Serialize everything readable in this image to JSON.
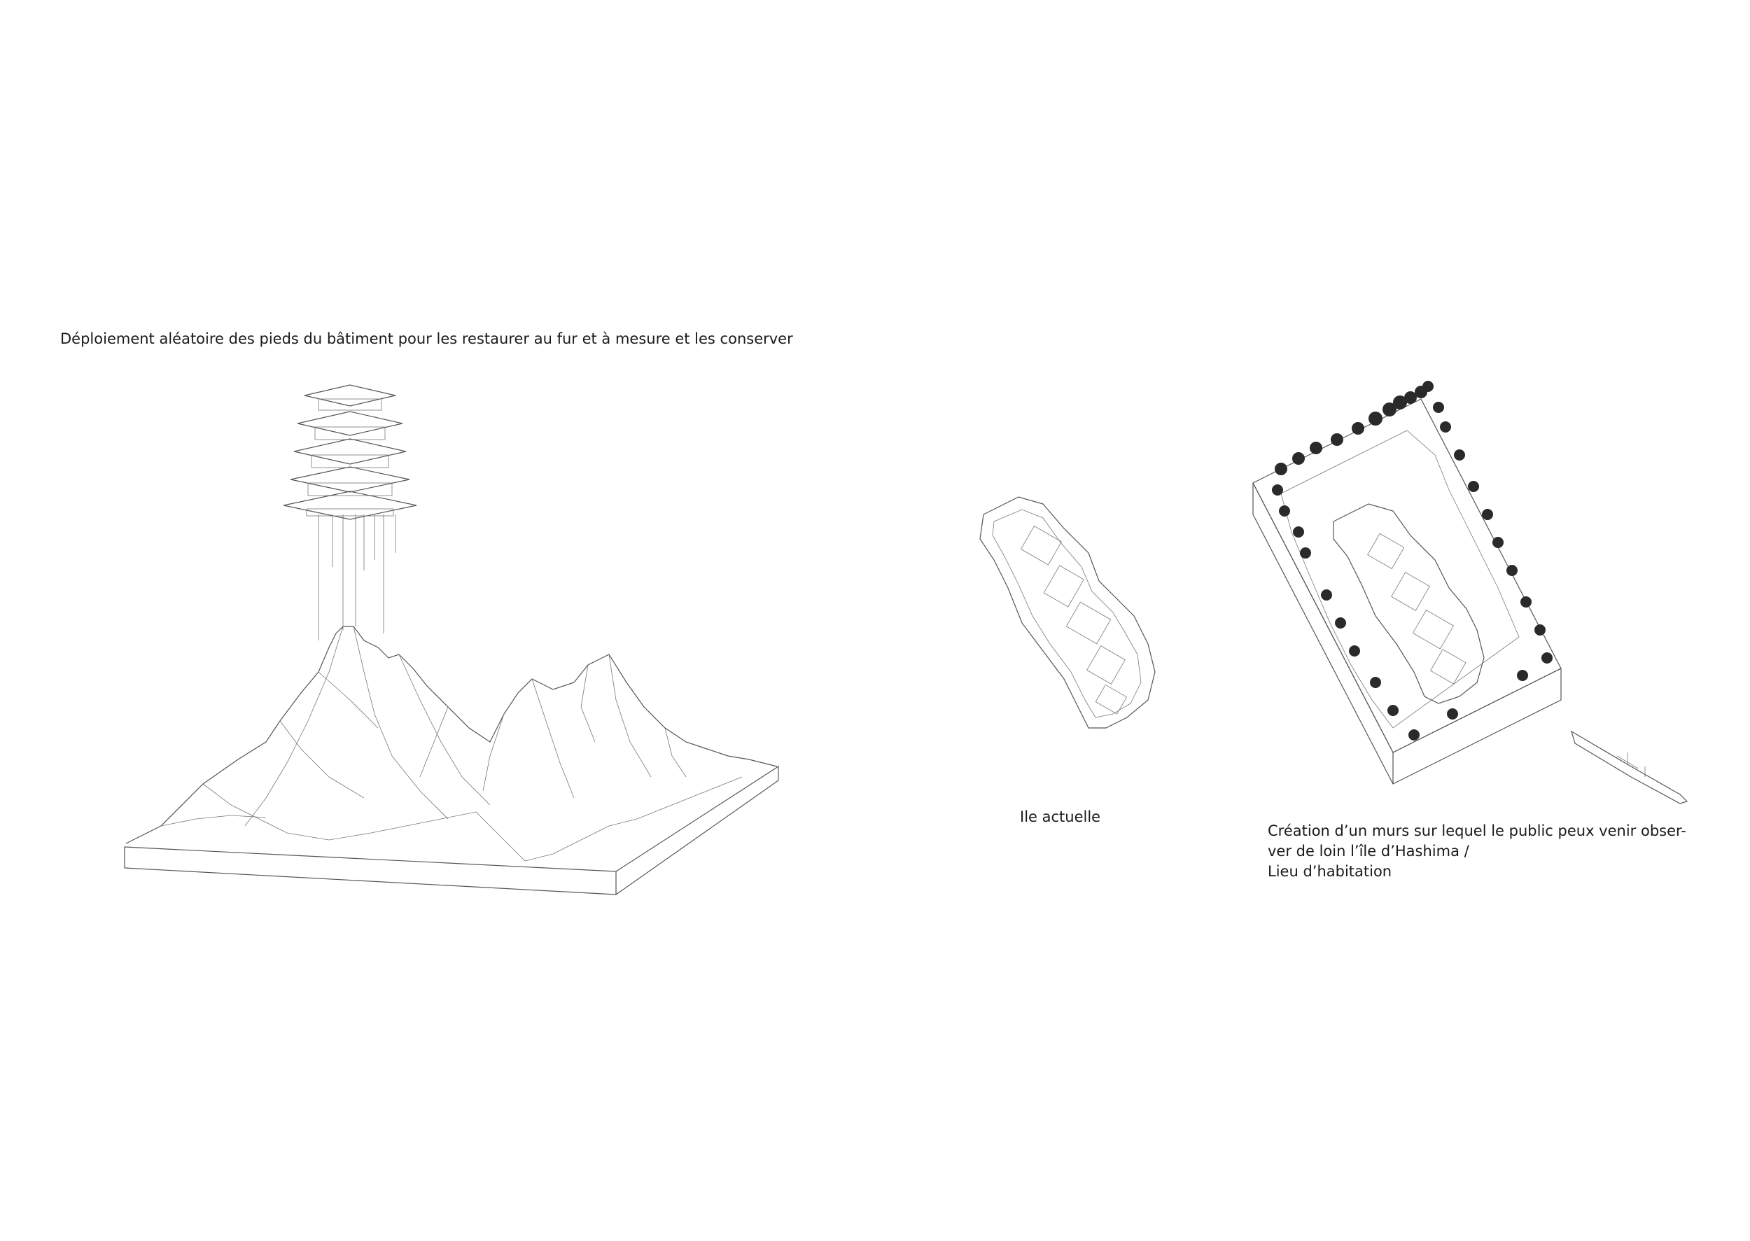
{
  "captions": {
    "main": "Déploiement aléatoire des pieds du bâtiment pour les restaurer au fur et à mesure et les conserver",
    "ile_actuelle": "Ile actuelle",
    "mur_line1": "Création d’un murs sur lequel le public peux venir obser-",
    "mur_line2": "ver de loin l’île d’Hashima /",
    "mur_line3": "Lieu d’habitation"
  },
  "colors": {
    "line": "#555555",
    "background": "#ffffff",
    "tree": "#2a2a2a"
  }
}
